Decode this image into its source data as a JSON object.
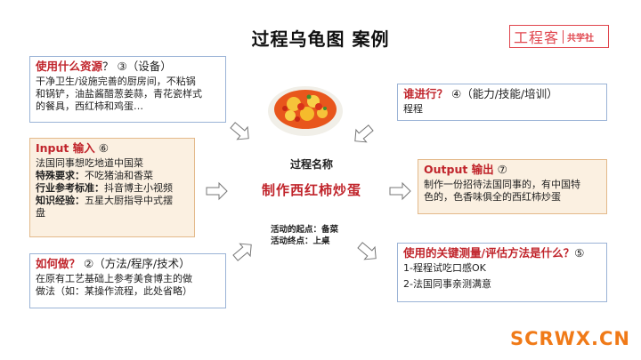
{
  "title": "过程乌龟图 案例",
  "logo": {
    "main": "工程客",
    "sub": "共学社"
  },
  "resources": {
    "heading_red": "使用什么资源",
    "heading_rest": "？ ③（设备）",
    "lines": [
      "干净卫生/设施完善的厨房间，不粘锅",
      "和锅铲，油盐酱醋葱姜蒜，青花瓷样式",
      "的餐具，西红柿和鸡蛋…"
    ]
  },
  "who": {
    "heading_red": "谁进行？",
    "heading_rest": " ④（能力/技能/培训）",
    "body": "程程"
  },
  "input": {
    "heading_red": "Input 输入",
    "heading_rest": " ⑥",
    "line1": "法国同事想吃地道中国菜",
    "item1_label": "特殊要求：",
    "item1_value": "不吃猪油和香菜",
    "item2_label": "行业参考标准：",
    "item2_value": "抖音博主小视频",
    "item3_label": "知识经验：",
    "item3_value": "五星大厨指导中式摆",
    "item3_cont": "盘"
  },
  "output": {
    "heading_red": "Output 输出",
    "heading_rest": " ⑦",
    "lines": [
      "制作一份招待法国同事的，有中国特",
      "色的，色香味俱全的西红柿炒蛋"
    ]
  },
  "how": {
    "heading_red": "如何做？",
    "heading_rest": " ②（方法/程序/技术）",
    "lines": [
      "在原有工艺基础上参考美食博主的做",
      "做法（如：某操作流程，此处省略）"
    ]
  },
  "measure": {
    "heading_red": "使用的关键测量/评估方法是什么？",
    "heading_rest": "⑤",
    "lines": [
      "1-程程试吃口感OK",
      "2-法国同事亲测满意"
    ]
  },
  "center": {
    "label": "过程名称",
    "name": "制作西红柿炒蛋",
    "start": "活动的起点：备菜",
    "end": "活动终点：上桌"
  },
  "watermark": "SCRWX.CN"
}
